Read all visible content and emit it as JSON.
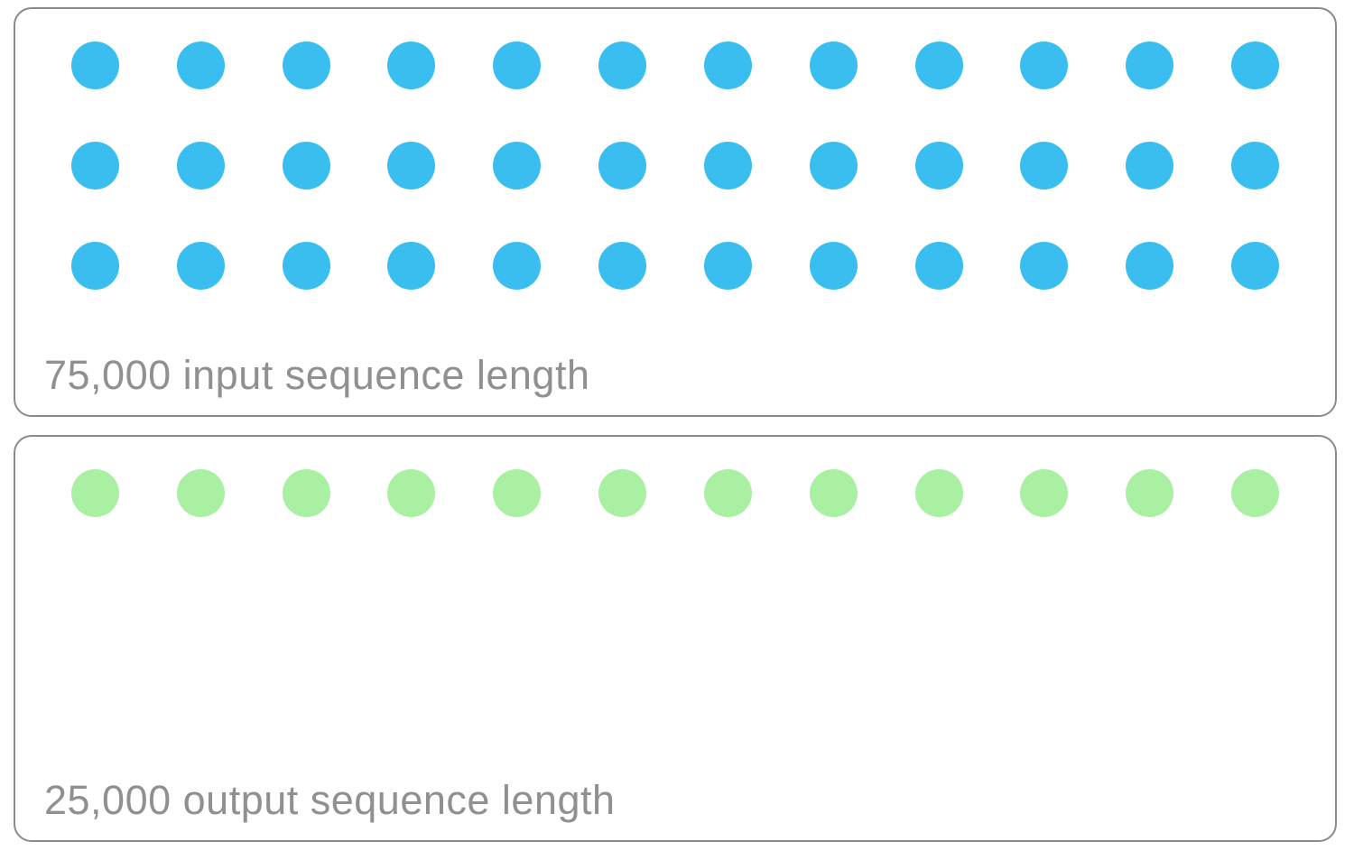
{
  "figure": {
    "description": "Comparison of input and output token sequence lengths shown as dot grids"
  },
  "panels": [
    {
      "id": "input",
      "label": "75,000 input sequence length",
      "value": 75000,
      "dot_rows": 3,
      "dot_cols": 12,
      "dot_count": 36,
      "dot_color": "#3abef0"
    },
    {
      "id": "output",
      "label": "25,000 output sequence length",
      "value": 25000,
      "dot_rows": 1,
      "dot_cols": 12,
      "dot_count": 12,
      "dot_color": "#a9f0a3"
    }
  ],
  "style": {
    "label_color": "#909090",
    "panel_border_color": "#8a8a8a",
    "background_color": "#ffffff"
  }
}
